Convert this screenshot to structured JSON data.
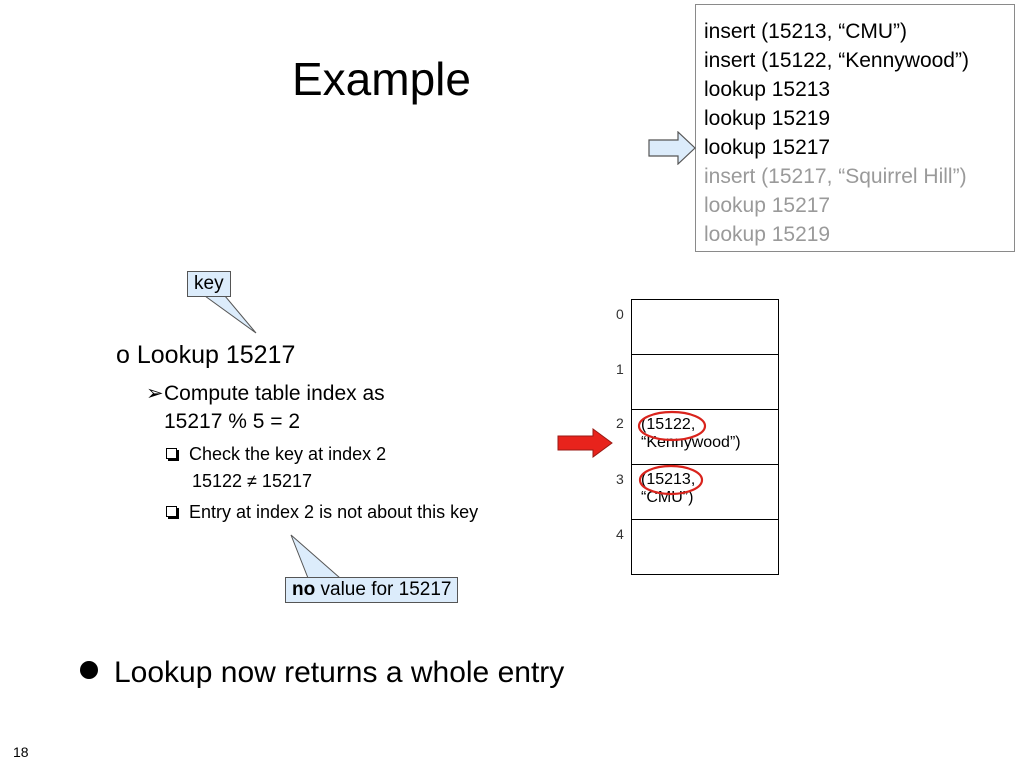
{
  "slide": {
    "title": "Example",
    "page_number": "18"
  },
  "operations": [
    {
      "text": "insert (15213, “CMU”)",
      "state": "done"
    },
    {
      "text": "insert (15122, “Kennywood”)",
      "state": "done"
    },
    {
      "text": "lookup 15213",
      "state": "done"
    },
    {
      "text": "lookup 15219",
      "state": "done"
    },
    {
      "text": "lookup 15217",
      "state": "current"
    },
    {
      "text": "insert (15217, “Squirrel Hill”)",
      "state": "pending"
    },
    {
      "text": "lookup 15217",
      "state": "pending"
    },
    {
      "text": "lookup 15219",
      "state": "pending"
    }
  ],
  "callouts": {
    "key": "key",
    "no_value_bold": "no",
    "no_value_rest": " value for 15217"
  },
  "bullets": {
    "l1_marker": "o",
    "l1": "Lookup 15217",
    "l2_marker": "➢",
    "l2_line1": "Compute table index as",
    "l2_line2": "15217 % 5 = 2",
    "l3_a": "Check the key at index 2",
    "l3_a_cont": "15122  ≠ 15217",
    "l3_b": "Entry at index 2 is not about this key",
    "main": "Lookup now returns a whole entry"
  },
  "hash_table": {
    "indices": [
      "0",
      "1",
      "2",
      "3",
      "4"
    ],
    "cells": [
      {
        "line1": "",
        "line2": ""
      },
      {
        "line1": "",
        "line2": ""
      },
      {
        "line1": "(15122,",
        "line2": "“Kennywood”)"
      },
      {
        "line1": "(15213,",
        "line2": "“CMU”)"
      },
      {
        "line1": "",
        "line2": ""
      }
    ],
    "highlight_index": 2
  },
  "colors": {
    "callout_fill": "#dcecfb",
    "pointer_fill": "#dcecfb",
    "red_arrow": "#e8231c",
    "circle": "#d9231c",
    "dim_text": "#9a9a9a"
  }
}
